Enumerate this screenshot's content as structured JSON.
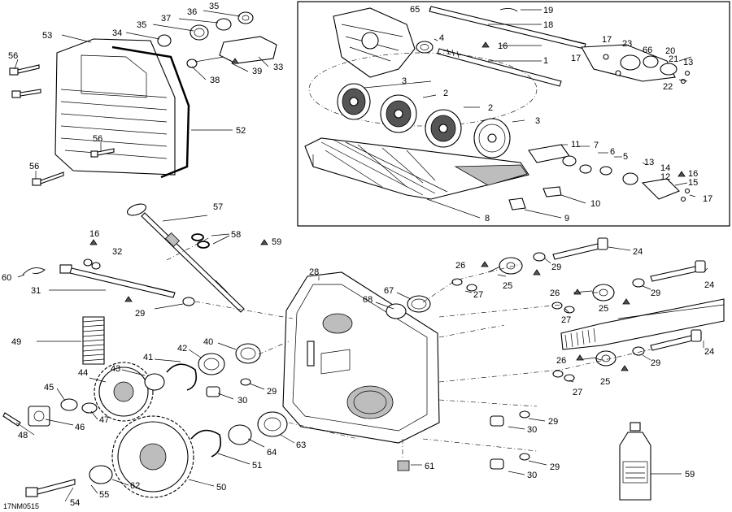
{
  "diagram_code": "17NM0515",
  "labels": {
    "p1": "1",
    "p2a": "2",
    "p2b": "2",
    "p3a": "3",
    "p3b": "3",
    "p4": "4",
    "p5a": "5",
    "p6": "6",
    "p7": "7",
    "p8": "8",
    "p9": "9",
    "p10": "10",
    "p11": "11",
    "p12": "12",
    "p13a": "13",
    "p13b": "13",
    "p14": "14",
    "p15": "15",
    "p16a": "16",
    "p16b": "16",
    "p16c": "16",
    "p17a": "17",
    "p17b": "17",
    "p17c": "17",
    "p18": "18",
    "p19": "19",
    "p20": "20",
    "p21": "21",
    "p22": "22",
    "p23": "23",
    "p24a": "24",
    "p24b": "24",
    "p24c": "24",
    "p25a": "25",
    "p25b": "25",
    "p25c": "25",
    "p26a": "26",
    "p26b": "26",
    "p26c": "26",
    "p27a": "27",
    "p27b": "27",
    "p27c": "27",
    "p28": "28",
    "p29a": "29",
    "p29b": "29",
    "p29c": "29",
    "p29d": "29",
    "p29e": "29",
    "p29f": "29",
    "p29g": "29",
    "p30a": "30",
    "p30b": "30",
    "p30c": "30",
    "p31": "31",
    "p32": "32",
    "p33": "33",
    "p34": "34",
    "p35a": "35",
    "p35b": "35",
    "p36": "36",
    "p37": "37",
    "p38": "38",
    "p39": "39",
    "p40": "40",
    "p41": "41",
    "p42": "42",
    "p43": "43",
    "p44": "44",
    "p45": "45",
    "p46": "46",
    "p47": "47",
    "p48": "48",
    "p49": "49",
    "p50": "50",
    "p51": "51",
    "p52": "52",
    "p53": "53",
    "p54": "54",
    "p55": "55",
    "p56a": "56",
    "p56b": "56",
    "p56c": "56",
    "p57": "57",
    "p58": "58",
    "p59a": "59",
    "p59b": "59",
    "p60": "60",
    "p61": "61",
    "p62": "62",
    "p63": "63",
    "p64": "64",
    "p65": "65",
    "p66": "66",
    "p67": "67",
    "p68": "68"
  }
}
